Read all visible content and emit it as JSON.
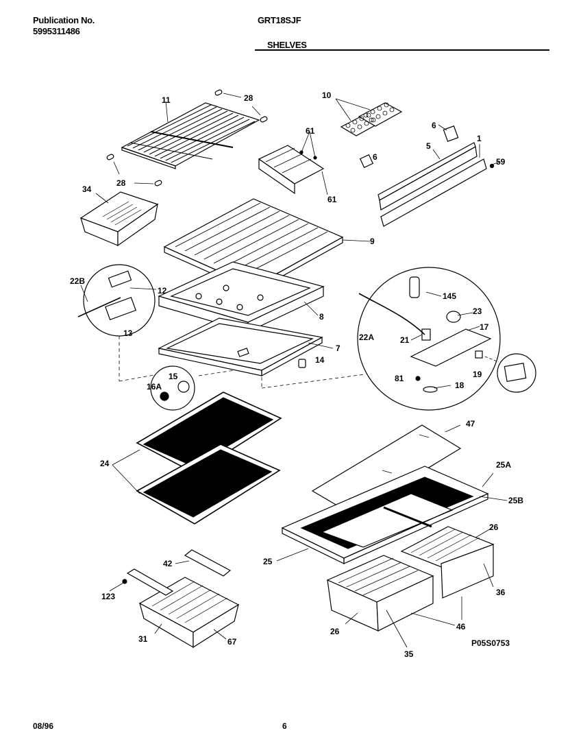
{
  "header": {
    "publication_label": "Publication No.",
    "publication_number": "5995311486",
    "model": "GRT18SJF",
    "section": "SHELVES"
  },
  "diagram_code": "P05S0753",
  "footer": {
    "date": "08/96",
    "page": "6"
  },
  "callouts": {
    "p11": "11",
    "p28a": "28",
    "p28b": "28",
    "p10": "10",
    "p6a": "6",
    "p6b": "6",
    "p61a": "61",
    "p61b": "61",
    "p5": "5",
    "p1": "1",
    "p59": "59",
    "p34": "34",
    "p9": "9",
    "p22B": "22B",
    "p12": "12",
    "p13": "13",
    "p8": "8",
    "p145": "145",
    "p23": "23",
    "p22A": "22A",
    "p21": "21",
    "p17": "17",
    "p7": "7",
    "p14": "14",
    "p19": "19",
    "p81": "81",
    "p18": "18",
    "p15": "15",
    "p16A": "16A",
    "p47": "47",
    "p24": "24",
    "p25A": "25A",
    "p25B": "25B",
    "p26a": "26",
    "p26b": "26",
    "p25": "25",
    "p42": "42",
    "p36a": "36",
    "p123": "123",
    "p31": "31",
    "p67": "67",
    "p35": "35",
    "p46": "46"
  }
}
